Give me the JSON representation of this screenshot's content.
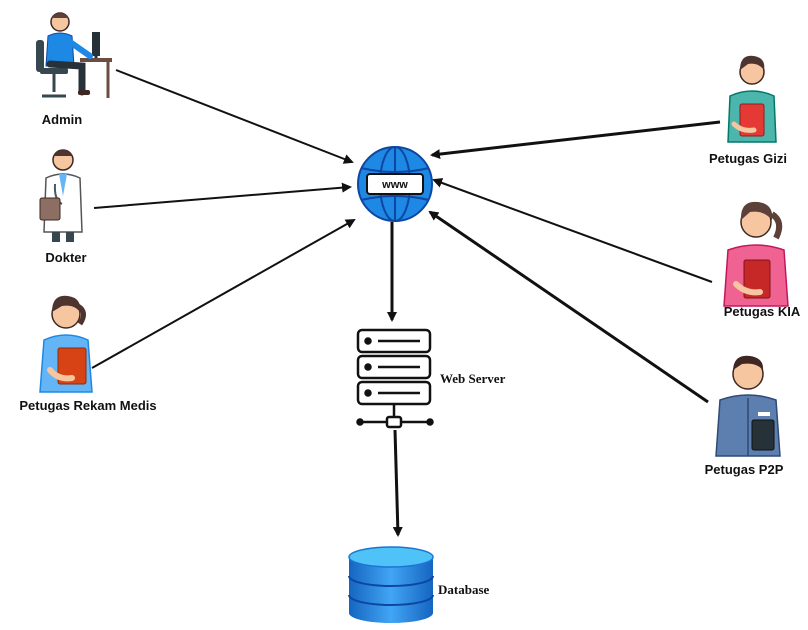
{
  "actors": {
    "admin": "Admin",
    "dokter": "Dokter",
    "rekam_medis": "Petugas Rekam Medis",
    "gizi": "Petugas Gizi",
    "kia": "Petugas KIA",
    "p2p": "Petugas P2P"
  },
  "nodes": {
    "globe_text": "www",
    "web_server": "Web Server",
    "database": "Database"
  },
  "colors": {
    "globe": "#1e88e5",
    "globe_dark": "#0d47a1",
    "server_stroke": "#111111",
    "database_top": "#4fc3f7",
    "database_body": "#1976d2",
    "arrow": "#111111"
  },
  "icons": {
    "globe": "www-globe-icon",
    "server": "server-rack-icon",
    "database": "database-cylinder-icon"
  }
}
